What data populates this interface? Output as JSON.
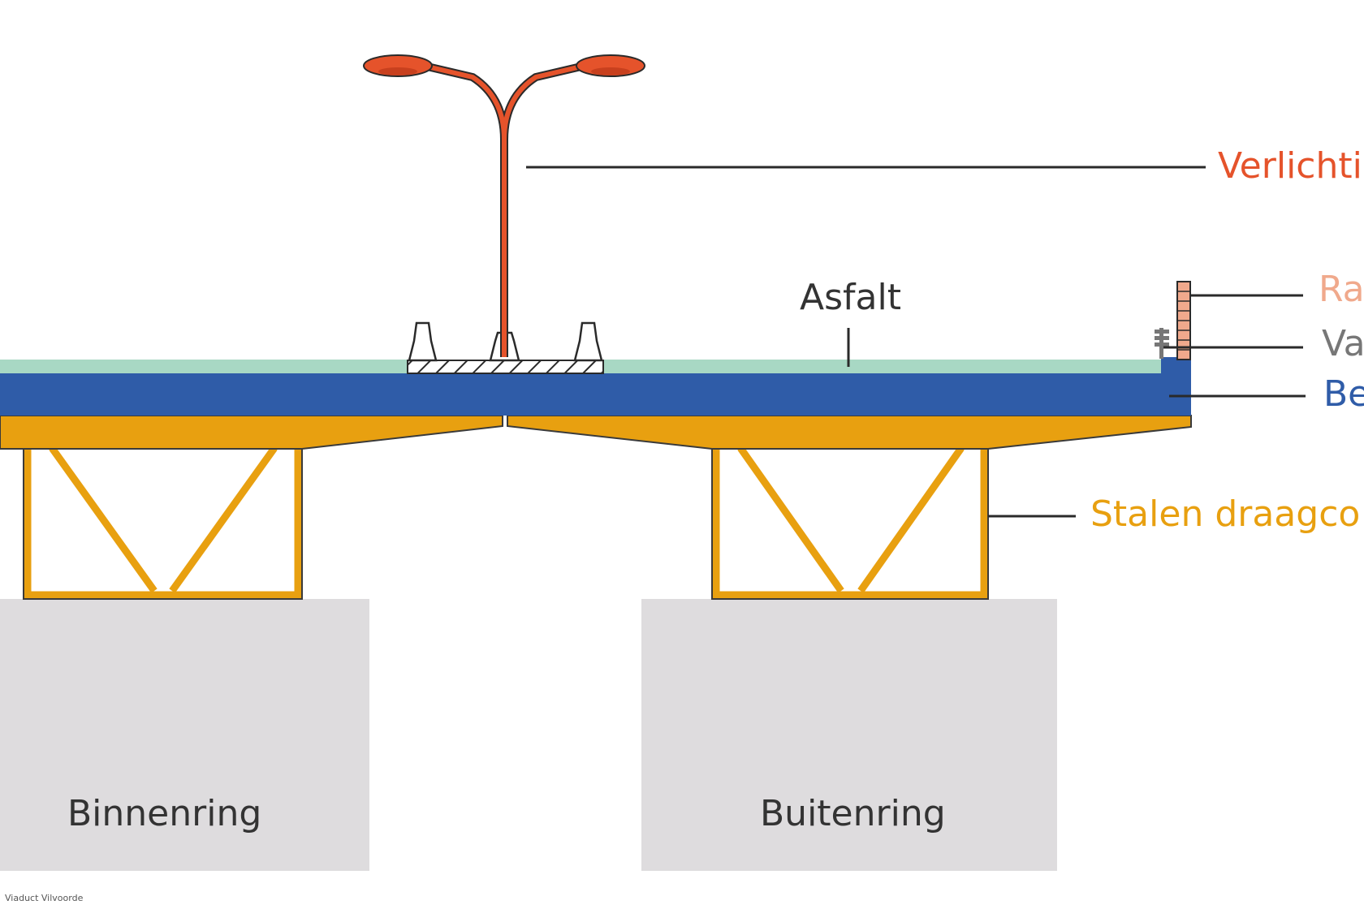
{
  "labels": {
    "lighting": "Verlichti",
    "railing": "Ra",
    "barrier": "Va",
    "concrete": "Be",
    "asphalt": "Asfalt",
    "steel": "Stalen draagco",
    "inner_ring": "Binnenring",
    "outer_ring": "Buitenring"
  },
  "caption": "Viaduct Vilvoorde",
  "colors": {
    "lighting": "#e5532b",
    "railing": "#f0a98c",
    "barrier": "#777777",
    "concrete": "#2f5ca8",
    "asphalt": "#a8d8c4",
    "steel": "#e8a010",
    "pier": "#dedcde",
    "text": "#333333"
  }
}
